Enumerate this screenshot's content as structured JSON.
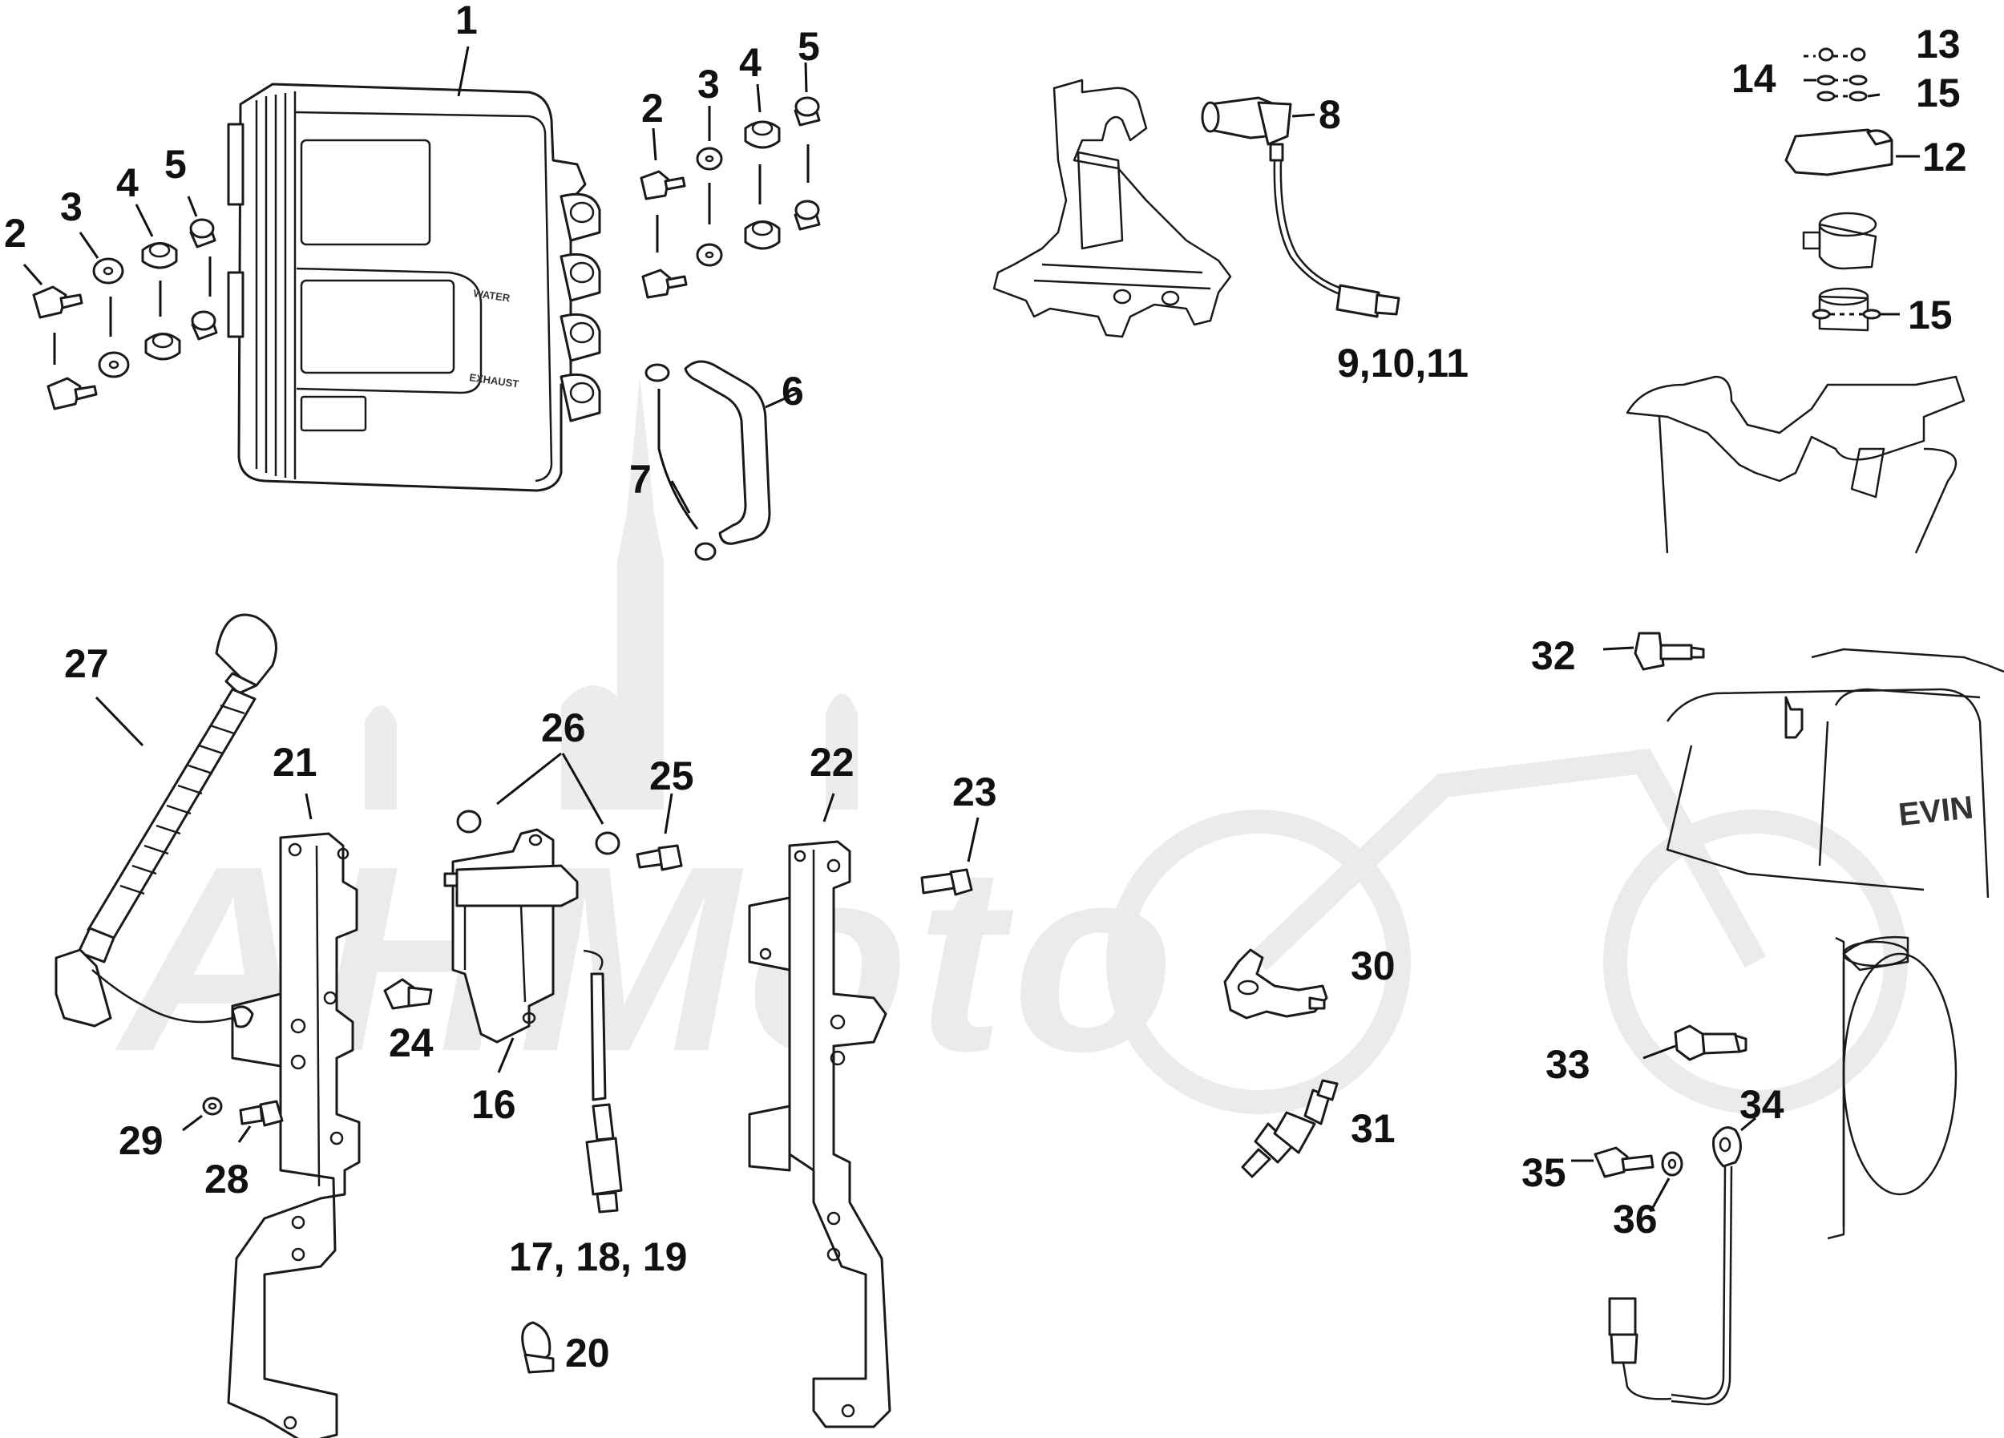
{
  "diagram": {
    "watermark": "AHMoto",
    "module_labels": [
      "WATER",
      "EXHAUST"
    ],
    "cover_brand": "EVIN",
    "callouts": {
      "c1": "1",
      "c2a": "2",
      "c3a": "3",
      "c4a": "4",
      "c5a": "5",
      "c2b": "2",
      "c3b": "3",
      "c4b": "4",
      "c5b": "5",
      "c6": "6",
      "c7": "7",
      "c8": "8",
      "c9": "9,10,11",
      "c12": "12",
      "c13": "13",
      "c14": "14",
      "c15a": "15",
      "c15b": "15",
      "c16": "16",
      "c17": "17, 18, 19",
      "c20": "20",
      "c21": "21",
      "c22": "22",
      "c23": "23",
      "c24": "24",
      "c25": "25",
      "c26": "26",
      "c27": "27",
      "c28": "28",
      "c29": "29",
      "c30": "30",
      "c31": "31",
      "c32": "32",
      "c33": "33",
      "c34": "34",
      "c35": "35",
      "c36": "36"
    }
  }
}
